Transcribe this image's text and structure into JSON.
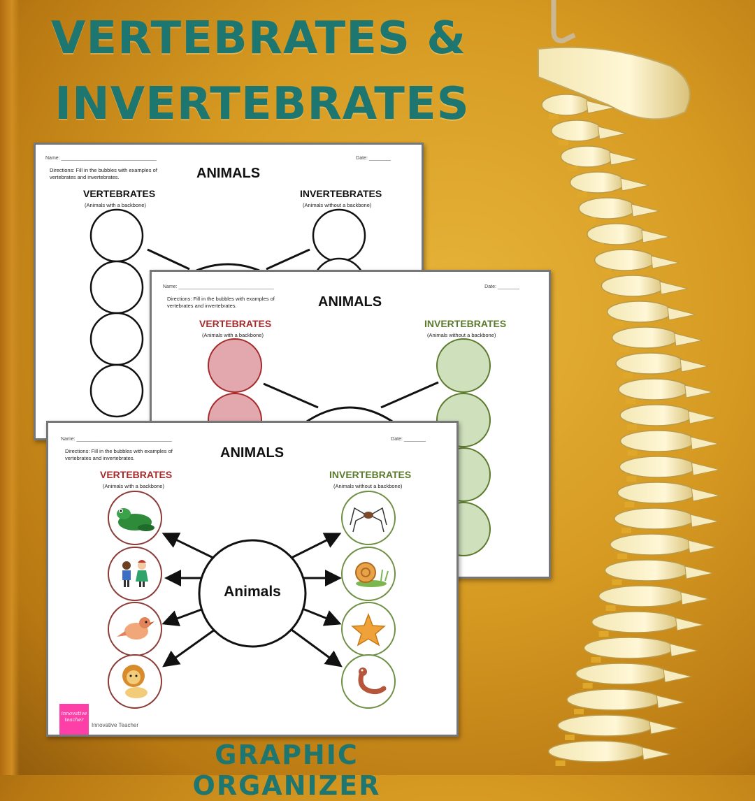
{
  "banner": {
    "title_line1": "VERTEBRATES &",
    "title_line2": "INVERTEBRATES",
    "footer": "GRAPHIC ORGANIZER"
  },
  "worksheet": {
    "name_label": "Name: ___________________________________",
    "date_label": "Date: ________",
    "directions_line1": "Directions:  Fill in the bubbles with examples of",
    "directions_line2": "vertebrates and invertebrates.",
    "title": "ANIMALS",
    "vertebrates_heading": "VERTEBRATES",
    "vertebrates_sub": "(Animals with a backbone)",
    "invertebrates_heading": "INVERTEBRATES",
    "invertebrates_sub": "(Animals without a backbone)",
    "center_label": "Animals",
    "credit": "Innovative Teacher",
    "logo_text": "innovative teacher"
  },
  "colors": {
    "teal_title": "#1e7670",
    "vertebrate_red": "#a52a2a",
    "invertebrate_green": "#5c7a2e",
    "pink_fill": "#e3a7ae",
    "green_fill": "#cfe0bd",
    "logo_pink": "#ff3fa8"
  },
  "pictures": {
    "vertebrates": [
      "frog",
      "children",
      "bird",
      "lion"
    ],
    "invertebrates": [
      "spider",
      "snail",
      "starfish",
      "worm"
    ]
  }
}
